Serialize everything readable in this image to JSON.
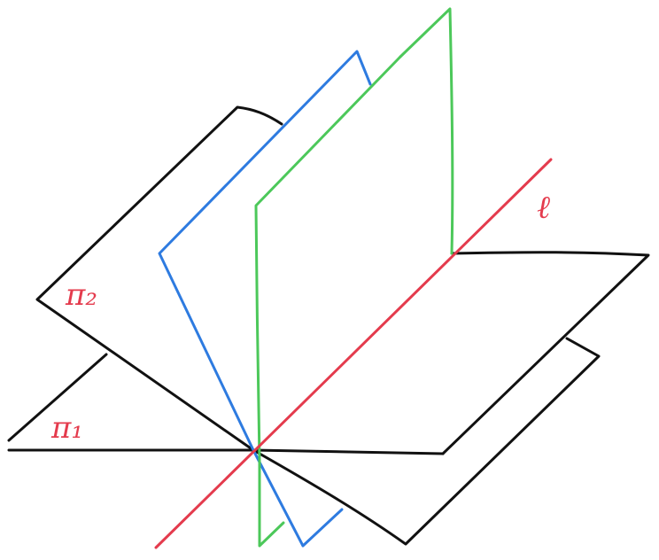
{
  "labels": {
    "line_l": "ℓ",
    "pi_2": "π₂",
    "pi_1": "π₁"
  },
  "colors": {
    "black": "#111111",
    "blue": "#2e7be0",
    "green": "#4cc85a",
    "red": "#e43b4d",
    "background": "#ffffff"
  }
}
